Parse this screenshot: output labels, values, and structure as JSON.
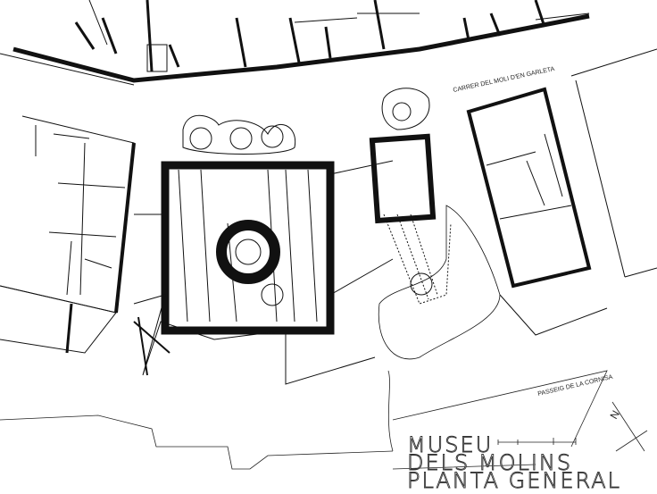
{
  "drawing": {
    "title_line1": "MUSEU",
    "title_line2": "DELS MOLINS",
    "title_line3": "PLANTA GENERAL",
    "street_top": "CARRER DEL MOLI D'EN GARLETA",
    "street_bottom": "PASSEIG DE LA CORNISA",
    "north_arrow_letter": "N",
    "line_color": "#111111",
    "background": "#ffffff"
  }
}
